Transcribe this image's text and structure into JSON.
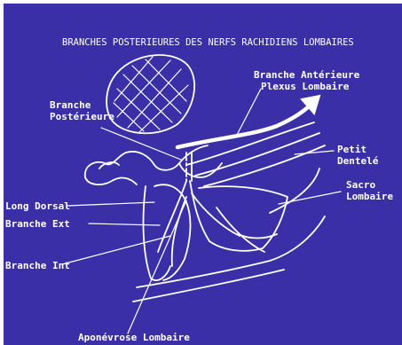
{
  "title": "BRANCHES POSTERIEURES DES NERFS RACHIDIENS LOMBAIRES",
  "labels": {
    "branche_anterieure_line1": "Branche Antérieure",
    "branche_anterieure_line2": "Plexus Lombaire",
    "branche_posterieure_line1": "Branche",
    "branche_posterieure_line2": "Postérieure",
    "petit_dentele_line1": "Petit",
    "petit_dentele_line2": "Dentelé",
    "sacro_lombaire_line1": "Sacro",
    "sacro_lombaire_line2": "Lombaire",
    "long_dorsal": "Long Dorsal",
    "branche_ext": "Branche Ext",
    "branche_int": "Branche Int",
    "aponevrose_lombaire": "Aponévrose Lombaire"
  },
  "colors": {
    "background": "#3a2fa6",
    "ink": "#ffffff"
  }
}
